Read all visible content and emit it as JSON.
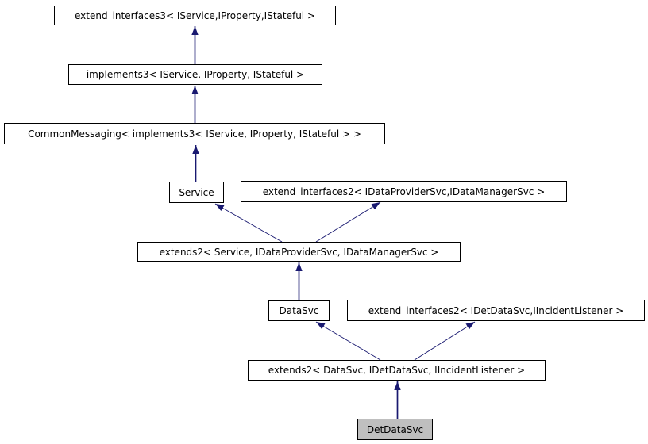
{
  "diagram": {
    "kind": "class-inheritance-graph",
    "background_color": "#ffffff",
    "node_fill_color": "#ffffff",
    "node_border_color": "#000000",
    "selected_node_fill_color": "#bfbfbf",
    "edge_color": "#191970",
    "nodes": [
      {
        "id": "extend_interfaces3",
        "label": "extend_interfaces3< IService,IProperty,IStateful >",
        "selected": false
      },
      {
        "id": "implements3",
        "label": "implements3< IService, IProperty, IStateful >",
        "selected": false
      },
      {
        "id": "common_messaging",
        "label": "CommonMessaging< implements3< IService, IProperty, IStateful > >",
        "selected": false
      },
      {
        "id": "service",
        "label": "Service",
        "selected": false
      },
      {
        "id": "extend_interfaces2_provider",
        "label": "extend_interfaces2< IDataProviderSvc,IDataManagerSvc >",
        "selected": false
      },
      {
        "id": "extends2_service",
        "label": "extends2< Service, IDataProviderSvc, IDataManagerSvc >",
        "selected": false
      },
      {
        "id": "datasvc",
        "label": "DataSvc",
        "selected": false
      },
      {
        "id": "extend_interfaces2_det",
        "label": "extend_interfaces2< IDetDataSvc,IIncidentListener >",
        "selected": false
      },
      {
        "id": "extends2_datasvc",
        "label": "extends2< DataSvc, IDetDataSvc, IIncidentListener >",
        "selected": false
      },
      {
        "id": "detdatasvc",
        "label": "DetDataSvc",
        "selected": true
      }
    ],
    "edges": [
      {
        "from": "implements3",
        "to": "extend_interfaces3"
      },
      {
        "from": "common_messaging",
        "to": "implements3"
      },
      {
        "from": "service",
        "to": "common_messaging"
      },
      {
        "from": "extends2_service",
        "to": "service"
      },
      {
        "from": "extends2_service",
        "to": "extend_interfaces2_provider"
      },
      {
        "from": "datasvc",
        "to": "extends2_service"
      },
      {
        "from": "extends2_datasvc",
        "to": "datasvc"
      },
      {
        "from": "extends2_datasvc",
        "to": "extend_interfaces2_det"
      },
      {
        "from": "detdatasvc",
        "to": "extends2_datasvc"
      }
    ]
  }
}
